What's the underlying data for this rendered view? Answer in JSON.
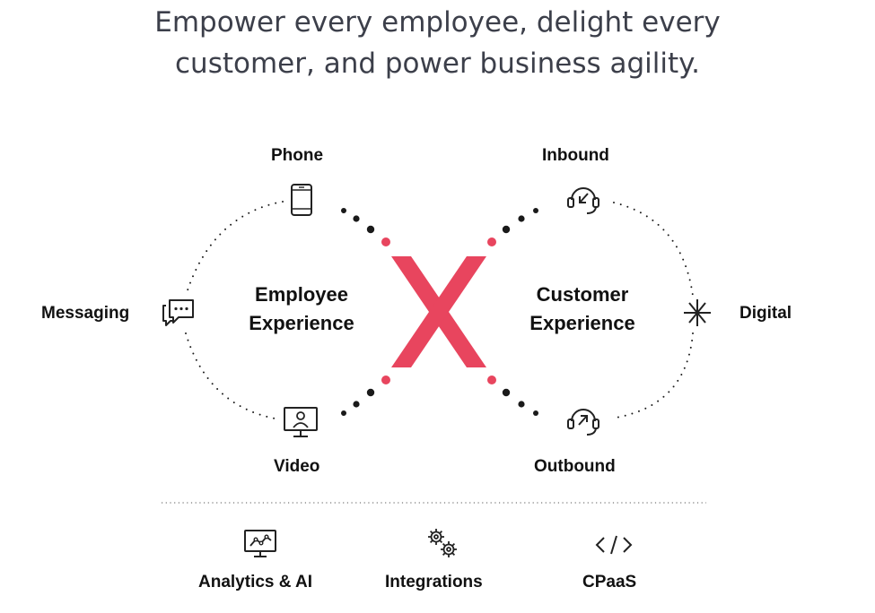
{
  "headline": {
    "line1": "Empower every employee, delight every",
    "line2": "customer, and power business agility."
  },
  "left_loop": {
    "title_line1": "Employee",
    "title_line2": "Experience",
    "nodes": {
      "top": "Phone",
      "left": "Messaging",
      "bottom": "Video"
    }
  },
  "right_loop": {
    "title_line1": "Customer",
    "title_line2": "Experience",
    "nodes": {
      "top": "Inbound",
      "right": "Digital",
      "bottom": "Outbound"
    }
  },
  "footer": {
    "items": [
      {
        "label": "Analytics & AI",
        "icon": "analytics-icon"
      },
      {
        "label": "Integrations",
        "icon": "gears-icon"
      },
      {
        "label": "CPaaS",
        "icon": "code-icon"
      }
    ]
  },
  "colors": {
    "accent": "#e8455e",
    "text": "#111111",
    "headline": "#3c3f4a",
    "dots": "#1a1a1a"
  }
}
